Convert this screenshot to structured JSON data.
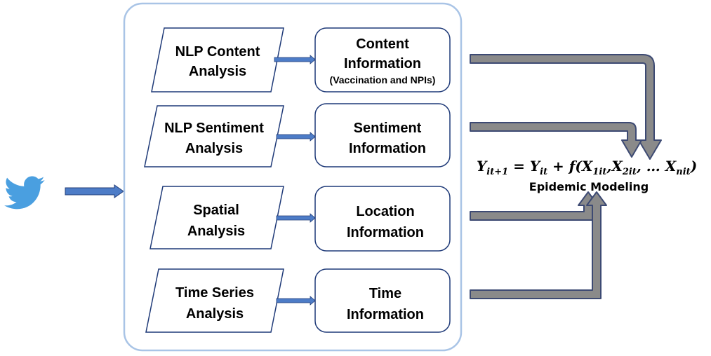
{
  "source_icon": "twitter-bird-icon",
  "colors": {
    "container_border": "#a9c4e6",
    "shape_border": "#1f3a78",
    "arrow_fill": "#4d7cc7",
    "arrow_edge": "#243f7a",
    "twitter_blue": "#4a9fe0",
    "big_arrow_fill": "#8a8a8a",
    "big_arrow_edge": "#3d4a73"
  },
  "analyses": [
    {
      "line1": "NLP Content",
      "line2": "Analysis"
    },
    {
      "line1": "NLP Sentiment",
      "line2": "Analysis"
    },
    {
      "line1": "Spatial",
      "line2": "Analysis"
    },
    {
      "line1": "Time Series",
      "line2": "Analysis"
    }
  ],
  "information": [
    {
      "line1": "Content",
      "line2": "Information",
      "line3": "(Vaccination and NPIs)"
    },
    {
      "line1": "Sentiment",
      "line2": "Information"
    },
    {
      "line1": "Location",
      "line2": "Information"
    },
    {
      "line1": "Time",
      "line2": "Information"
    }
  ],
  "equation": {
    "y": "Y",
    "y_next_sub": "it+1",
    "eq": " = ",
    "y_sub": "it",
    "plus_f": " + f(",
    "x": "X",
    "x1_sub": "1it",
    "comma": ",",
    "x2_sub": "2it",
    "ellipsis": ", … ",
    "xn_sub": "nit",
    "close": ")"
  },
  "model_label": "Epidemic Modeling"
}
